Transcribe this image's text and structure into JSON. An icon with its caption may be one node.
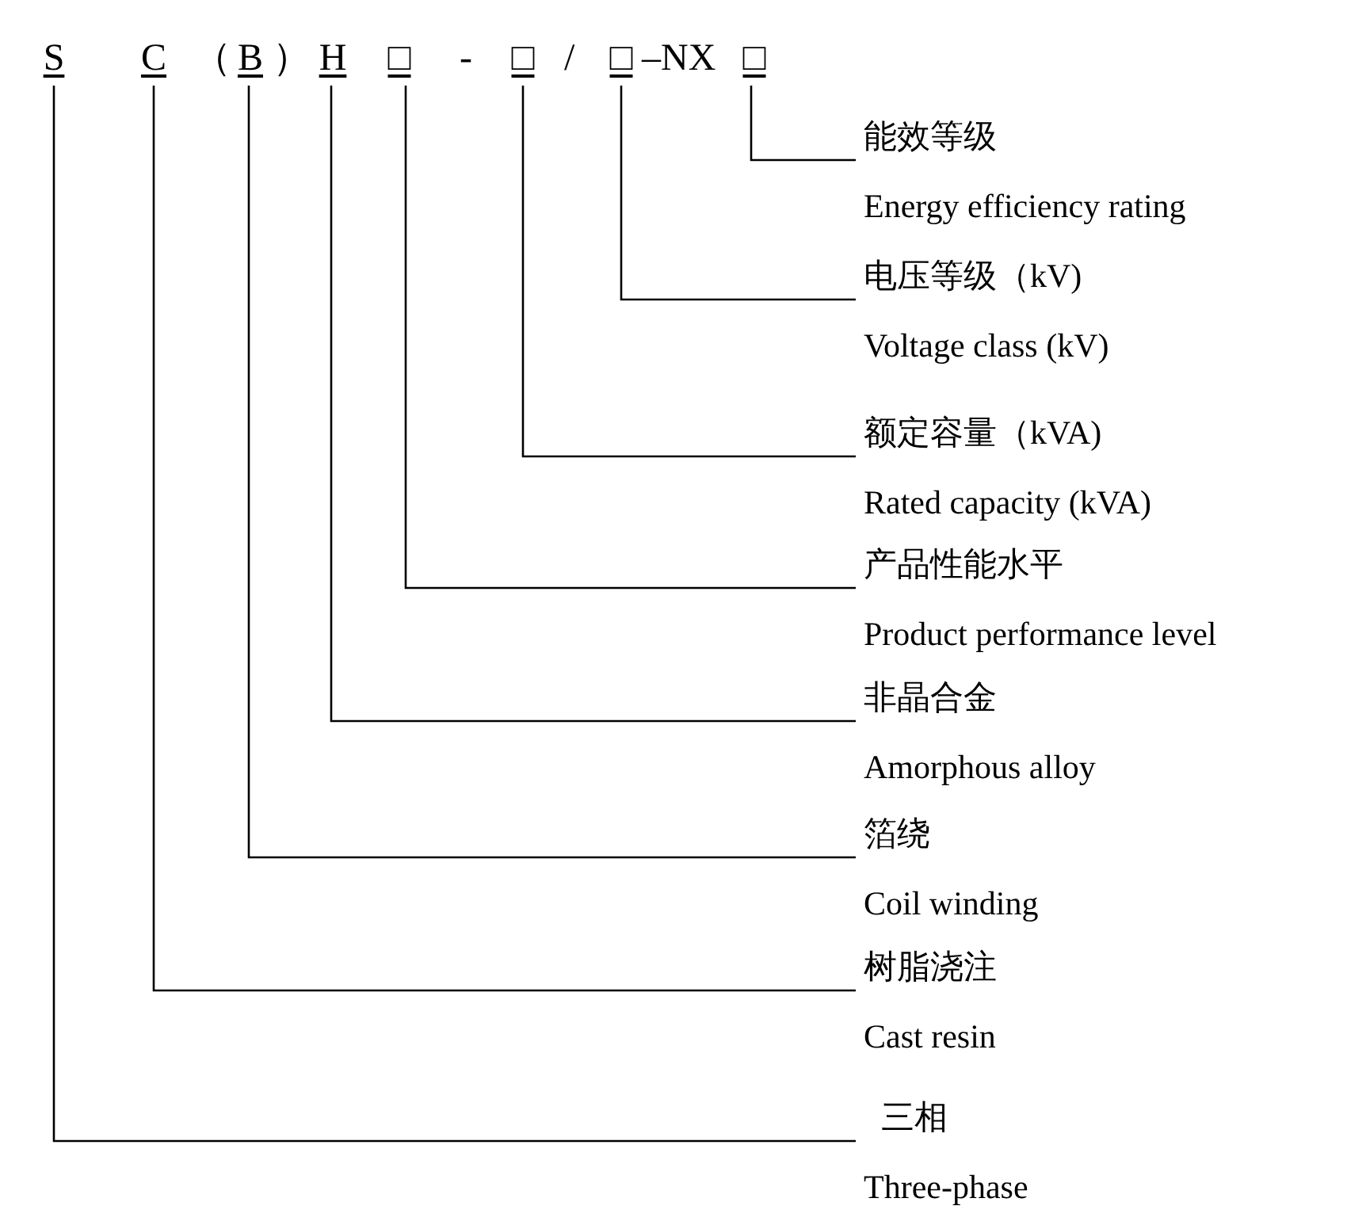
{
  "diagram": {
    "nodes": [
      {
        "text": [
          "S"
        ]
      },
      {
        "text": [
          "C"
        ]
      },
      {
        "text": [
          "B"
        ]
      },
      {
        "text": [
          "H"
        ]
      },
      {
        "text": [
          "□"
        ]
      },
      {
        "text": [
          "□"
        ]
      },
      {
        "text": [
          "□"
        ]
      },
      {
        "text": [
          "□"
        ]
      },
      {
        "text": [
          "能效等级",
          "Energy efficiency rating"
        ]
      },
      {
        "text": [
          "电压等级（kV)",
          "Voltage class (kV)"
        ]
      },
      {
        "text": [
          "额定容量（kVA)",
          "Rated capacity (kVA)"
        ]
      },
      {
        "text": [
          "产品性能水平",
          "Product performance level"
        ]
      },
      {
        "text": [
          "非晶合金",
          "Amorphous alloy"
        ]
      },
      {
        "text": [
          "箔绕",
          "Coil winding"
        ]
      },
      {
        "text": [
          "树脂浇注",
          "Cast resin"
        ]
      },
      {
        "text": [
          "三相",
          "Three-phase"
        ]
      }
    ],
    "edges": [
      {
        "from": 7,
        "to": 8,
        "arrow": "none"
      },
      {
        "from": 6,
        "to": 9,
        "arrow": "none"
      },
      {
        "from": 5,
        "to": 10,
        "arrow": "none"
      },
      {
        "from": 4,
        "to": 11,
        "arrow": "none"
      },
      {
        "from": 3,
        "to": 12,
        "arrow": "none"
      },
      {
        "from": 2,
        "to": 13,
        "arrow": "none"
      },
      {
        "from": 1,
        "to": 14,
        "arrow": "none"
      },
      {
        "from": 0,
        "to": 15,
        "arrow": "none"
      }
    ],
    "labels": [
      "（",
      "）",
      "-",
      "/",
      "–NX"
    ]
  }
}
